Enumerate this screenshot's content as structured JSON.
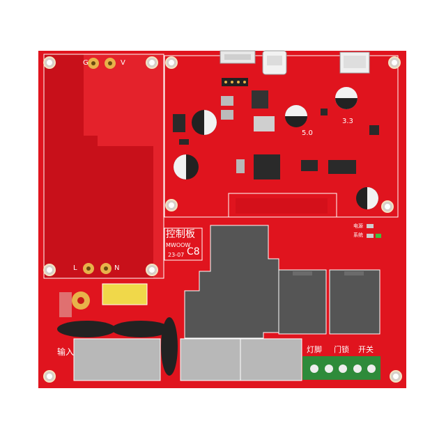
{
  "board": {
    "title": "控制板",
    "model": "MWOOW",
    "date": "23-07",
    "chip": "C8"
  },
  "pads": {
    "top_left": "G",
    "top_right": "V",
    "bottom_left": "L",
    "bottom_right": "N"
  },
  "markings": {
    "input": "输入",
    "voltage_5v": "5.0",
    "voltage_3v3": "3.3",
    "led_power": "电源",
    "led_system": "系统"
  },
  "terminals": {
    "lamp": "灯脚",
    "lock": "门锁",
    "switch": "开关"
  },
  "colors": {
    "pcb": "#e0141e",
    "pcb_dark": "#c80c14",
    "copper_pad": "#e8b24a",
    "relay": "#555555",
    "connector_grey": "#b8b8b8",
    "terminal_green": "#2e8b3a"
  }
}
